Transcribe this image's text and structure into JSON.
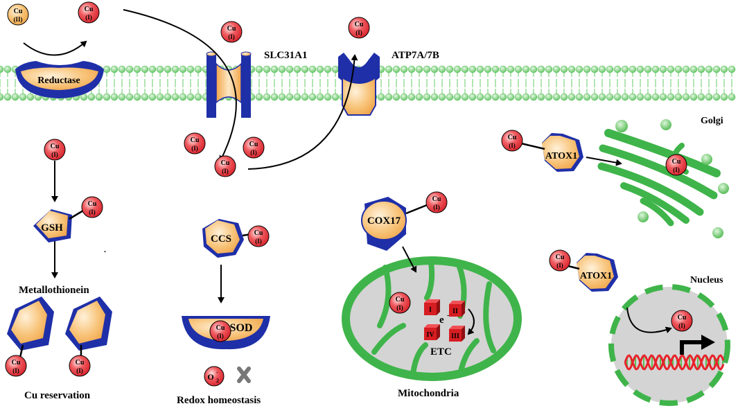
{
  "ion": {
    "cu": "Cu",
    "ox1": "(I)",
    "ox2": "(II)"
  },
  "labels": {
    "reductase": "Reductase",
    "slc31a1": "SLC31A1",
    "atp7": "ATP7A/7B",
    "golgi": "Golgi",
    "atox1_golgi": "ATOX1",
    "gsh": "GSH",
    "metallothionein": "Metallothionein",
    "cu_reservation": "Cu reservation",
    "ccs": "CCS",
    "sod": "SOD",
    "o2": "O",
    "o2_sub": "2",
    "o2_sup": "-",
    "redox": "Redox homeostasis",
    "cox17": "COX17",
    "etc": "ETC",
    "electron": "e",
    "electron_sup": "-",
    "complex_i": "I",
    "complex_ii": "II",
    "complex_iii": "III",
    "complex_iv": "IV",
    "mitochondria": "Mitochondria",
    "atox1_nucleus": "ATOX1",
    "nucleus": "Nucleus"
  },
  "colors": {
    "membrane": "#5cc35c",
    "membrane_line": "#7fd27f",
    "copper_red": "#e8303a",
    "protein_orange": "#f6b45a",
    "protein_blue": "#1f2fa8",
    "organelle_green": "#3fb44a",
    "nucleus_gray": "#d4d4d4",
    "complex_red": "#d61d22",
    "dna_red": "#e8222a",
    "dna_green": "#5bbd55",
    "cross": "#777777"
  }
}
